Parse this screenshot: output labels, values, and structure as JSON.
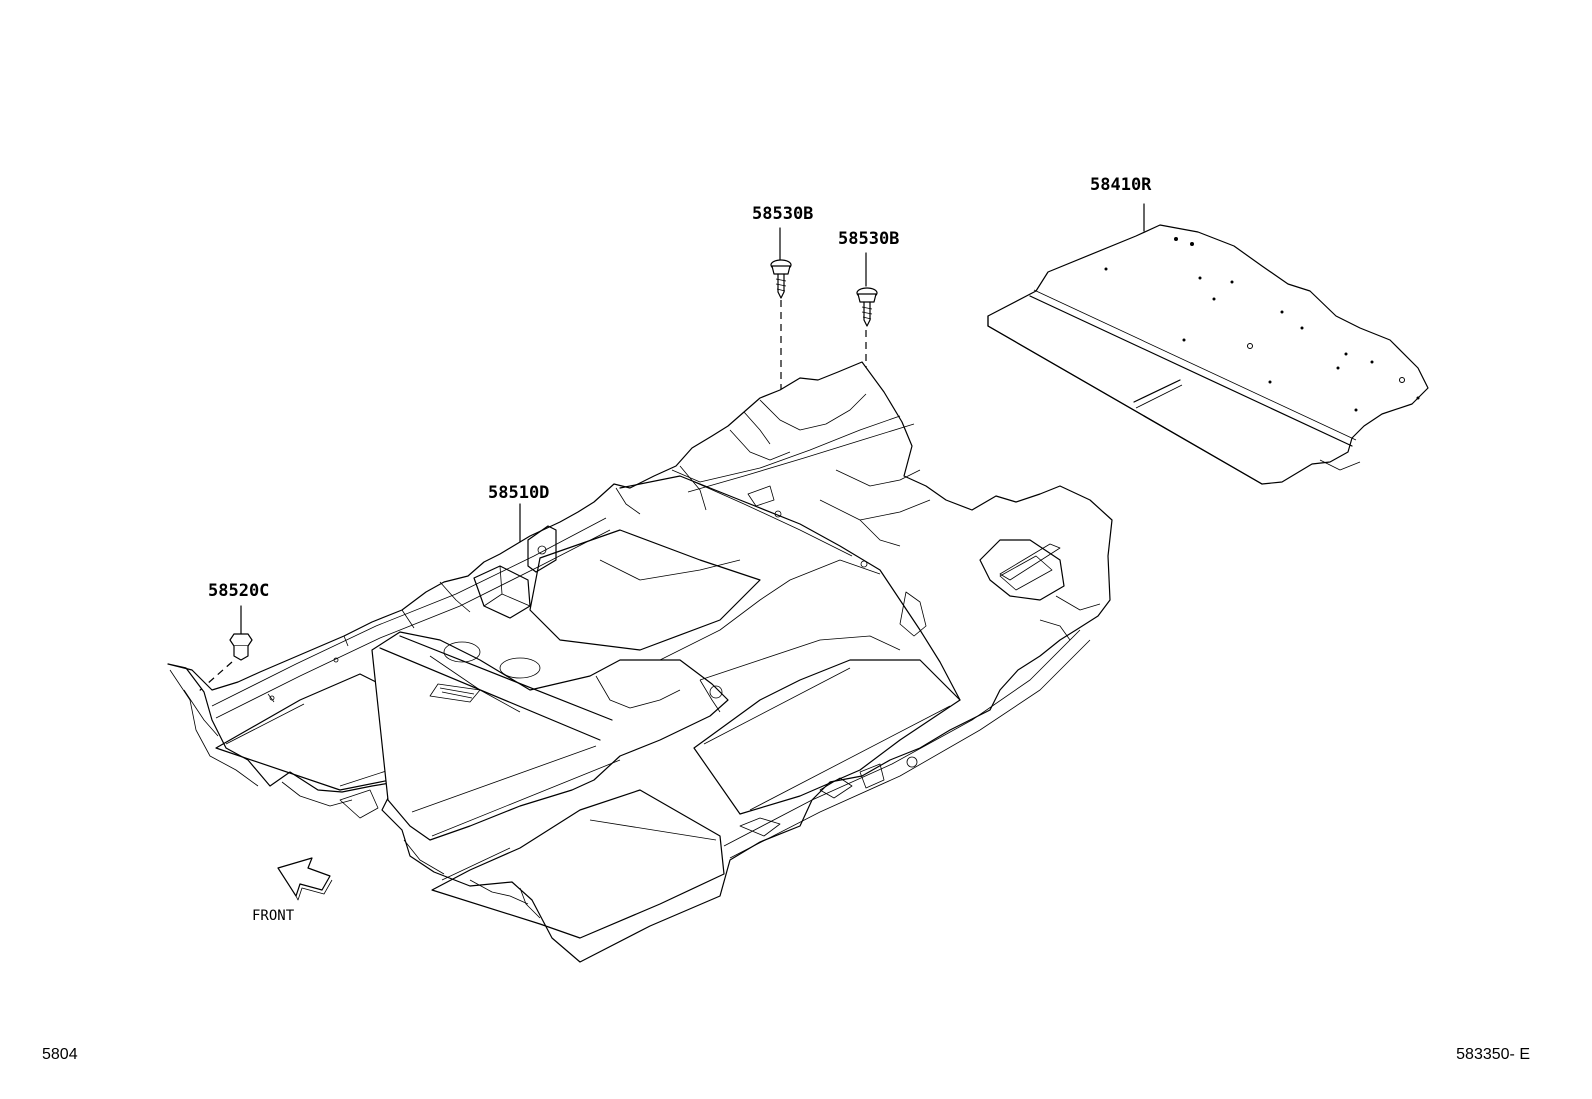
{
  "parts": {
    "p58410r": "58410R",
    "p58530b_1": "58530B",
    "p58530b_2": "58530B",
    "p58510d": "58510D",
    "p58520c": "58520C"
  },
  "front_label": "FRONT",
  "footer": {
    "left_code": "5804",
    "right_code": "583350- E"
  }
}
